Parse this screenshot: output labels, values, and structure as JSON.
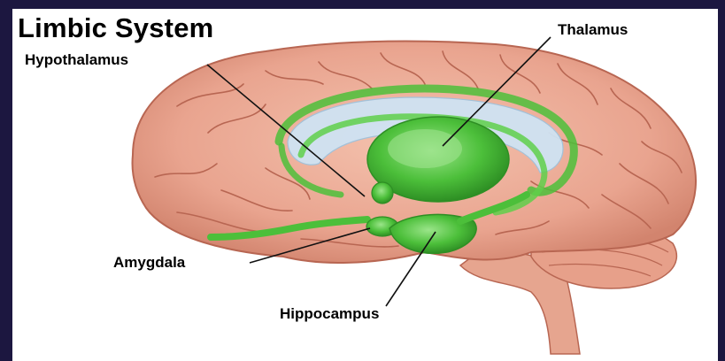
{
  "title": "Limbic System",
  "labels": {
    "thalamus": "Thalamus",
    "hypothalamus": "Hypothalamus",
    "amygdala": "Amygdala",
    "hippocampus": "Hippocampus"
  },
  "colors": {
    "background_border": "#1c1740",
    "brain_tissue": "#e9a48f",
    "brain_outline": "#b86652",
    "limbic_green": "#4cbf3a",
    "ventricle_blue": "#cfe3f3"
  }
}
